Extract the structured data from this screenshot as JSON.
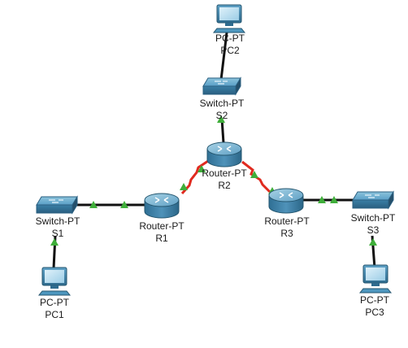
{
  "devices": [
    {
      "id": "pc2",
      "type": "PC-PT",
      "name": "PC2"
    },
    {
      "id": "s2",
      "type": "Switch-PT",
      "name": "S2"
    },
    {
      "id": "r2",
      "type": "Router-PT",
      "name": "R2"
    },
    {
      "id": "r1",
      "type": "Router-PT",
      "name": "R1"
    },
    {
      "id": "r3",
      "type": "Router-PT",
      "name": "R3"
    },
    {
      "id": "s1",
      "type": "Switch-PT",
      "name": "S1"
    },
    {
      "id": "s3",
      "type": "Switch-PT",
      "name": "S3"
    },
    {
      "id": "pc1",
      "type": "PC-PT",
      "name": "PC1"
    },
    {
      "id": "pc3",
      "type": "PC-PT",
      "name": "PC3"
    }
  ],
  "links": [
    {
      "from": "pc2",
      "to": "s2",
      "kind": "copper-straight"
    },
    {
      "from": "s2",
      "to": "r2",
      "kind": "copper-straight"
    },
    {
      "from": "r2",
      "to": "r1",
      "kind": "serial"
    },
    {
      "from": "r2",
      "to": "r3",
      "kind": "serial"
    },
    {
      "from": "r1",
      "to": "s1",
      "kind": "copper-straight"
    },
    {
      "from": "r3",
      "to": "s3",
      "kind": "copper-straight"
    },
    {
      "from": "s1",
      "to": "pc1",
      "kind": "copper-straight"
    },
    {
      "from": "s3",
      "to": "pc3",
      "kind": "copper-straight"
    }
  ],
  "colors": {
    "ethernet_link": "#111111",
    "serial_link": "#e02a1f",
    "link_up": "#3fae3a",
    "device_body": "#4e97bf",
    "device_dark": "#2e6d91"
  }
}
